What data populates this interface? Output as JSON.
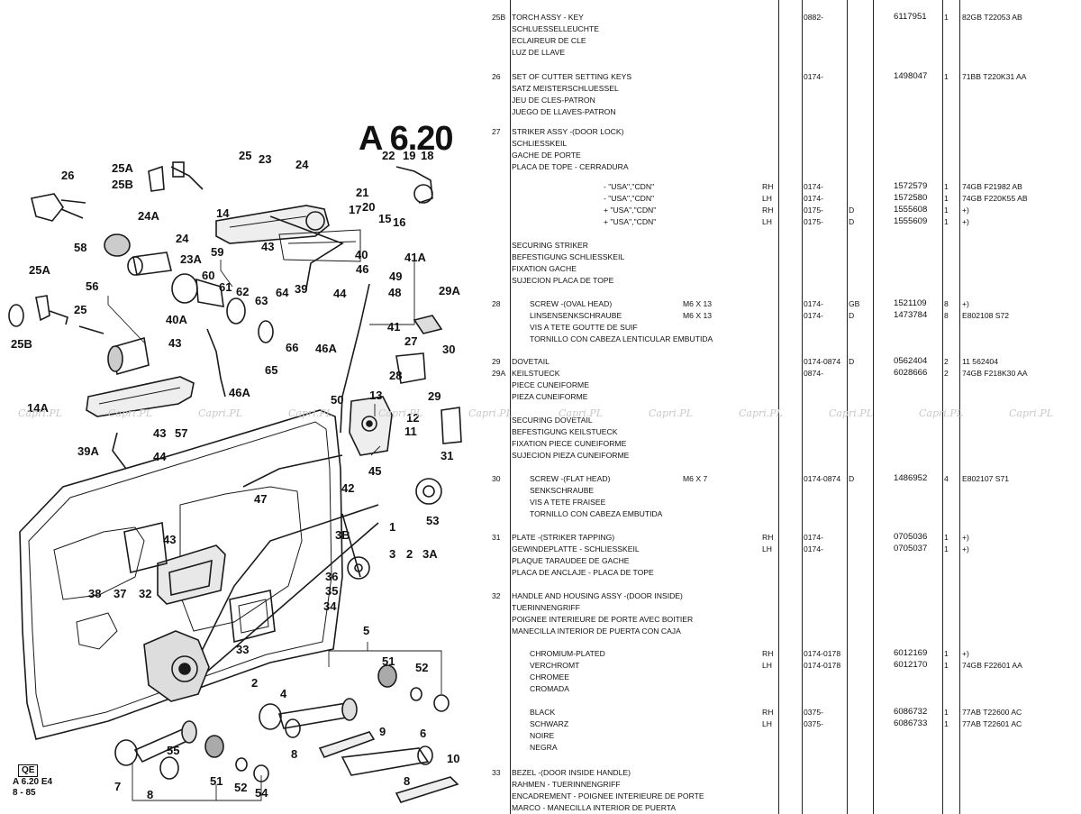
{
  "figure": {
    "title": "A 6.20",
    "footer_code": "QE",
    "footer_lines": [
      "A 6.20 E4",
      "8 - 85"
    ],
    "callouts": [
      {
        "id": "c26",
        "text": "26"
      },
      {
        "id": "c25a_top",
        "text": "25A"
      },
      {
        "id": "c25b_top",
        "text": "25B"
      },
      {
        "id": "c25_top",
        "text": "25"
      },
      {
        "id": "c23",
        "text": "23"
      },
      {
        "id": "c24_top",
        "text": "24"
      },
      {
        "id": "c22",
        "text": "22"
      },
      {
        "id": "c19",
        "text": "19"
      },
      {
        "id": "c18",
        "text": "18"
      },
      {
        "id": "c21",
        "text": "21"
      },
      {
        "id": "c20",
        "text": "20"
      },
      {
        "id": "c24a",
        "text": "24A"
      },
      {
        "id": "c24_mid",
        "text": "24"
      },
      {
        "id": "c14",
        "text": "14"
      },
      {
        "id": "c17",
        "text": "17"
      },
      {
        "id": "c15",
        "text": "15"
      },
      {
        "id": "c16",
        "text": "16"
      },
      {
        "id": "c58",
        "text": "58"
      },
      {
        "id": "c23a",
        "text": "23A"
      },
      {
        "id": "c59",
        "text": "59"
      },
      {
        "id": "c43_top",
        "text": "43"
      },
      {
        "id": "c40",
        "text": "40"
      },
      {
        "id": "c46",
        "text": "46"
      },
      {
        "id": "c41a",
        "text": "41A"
      },
      {
        "id": "c25a_left",
        "text": "25A"
      },
      {
        "id": "c60",
        "text": "60"
      },
      {
        "id": "c61",
        "text": "61"
      },
      {
        "id": "c62",
        "text": "62"
      },
      {
        "id": "c56",
        "text": "56"
      },
      {
        "id": "c63",
        "text": "63"
      },
      {
        "id": "c64",
        "text": "64"
      },
      {
        "id": "c39",
        "text": "39"
      },
      {
        "id": "c44_top",
        "text": "44"
      },
      {
        "id": "c49",
        "text": "49"
      },
      {
        "id": "c48",
        "text": "48"
      },
      {
        "id": "c29a",
        "text": "29A"
      },
      {
        "id": "c25_left",
        "text": "25"
      },
      {
        "id": "c40a",
        "text": "40A"
      },
      {
        "id": "c25b_left",
        "text": "25B"
      },
      {
        "id": "c43_mid",
        "text": "43"
      },
      {
        "id": "c46a_mid",
        "text": "46A"
      },
      {
        "id": "c41",
        "text": "41"
      },
      {
        "id": "c65",
        "text": "65"
      },
      {
        "id": "c66",
        "text": "66"
      },
      {
        "id": "c27",
        "text": "27"
      },
      {
        "id": "c30",
        "text": "30"
      },
      {
        "id": "c28",
        "text": "28"
      },
      {
        "id": "c46a_low",
        "text": "46A"
      },
      {
        "id": "c13",
        "text": "13"
      },
      {
        "id": "c29",
        "text": "29"
      },
      {
        "id": "c14a",
        "text": "14A"
      },
      {
        "id": "c50",
        "text": "50"
      },
      {
        "id": "c12",
        "text": "12"
      },
      {
        "id": "c11",
        "text": "11"
      },
      {
        "id": "c57",
        "text": "57"
      },
      {
        "id": "c43_low",
        "text": "43"
      },
      {
        "id": "c31",
        "text": "31"
      },
      {
        "id": "c39a",
        "text": "39A"
      },
      {
        "id": "c44_low",
        "text": "44"
      },
      {
        "id": "c45",
        "text": "45"
      },
      {
        "id": "c42",
        "text": "42"
      },
      {
        "id": "c47",
        "text": "47"
      },
      {
        "id": "c53",
        "text": "53"
      },
      {
        "id": "c1",
        "text": "1"
      },
      {
        "id": "c43_door",
        "text": "43"
      },
      {
        "id": "c3b",
        "text": "3B"
      },
      {
        "id": "c3",
        "text": "3"
      },
      {
        "id": "c2_top",
        "text": "2"
      },
      {
        "id": "c3a",
        "text": "3A"
      },
      {
        "id": "c36",
        "text": "36"
      },
      {
        "id": "c38",
        "text": "38"
      },
      {
        "id": "c37",
        "text": "37"
      },
      {
        "id": "c32",
        "text": "32"
      },
      {
        "id": "c35",
        "text": "35"
      },
      {
        "id": "c34",
        "text": "34"
      },
      {
        "id": "c33",
        "text": "33"
      },
      {
        "id": "c5",
        "text": "5"
      },
      {
        "id": "c51_top",
        "text": "51"
      },
      {
        "id": "c52_top",
        "text": "52"
      },
      {
        "id": "c2_low",
        "text": "2"
      },
      {
        "id": "c4",
        "text": "4"
      },
      {
        "id": "c9",
        "text": "9"
      },
      {
        "id": "c6",
        "text": "6"
      },
      {
        "id": "c8_mid",
        "text": "8"
      },
      {
        "id": "c10",
        "text": "10"
      },
      {
        "id": "c55",
        "text": "55"
      },
      {
        "id": "c7",
        "text": "7"
      },
      {
        "id": "c8_low",
        "text": "8"
      },
      {
        "id": "c51_low",
        "text": "51"
      },
      {
        "id": "c52_low",
        "text": "52"
      },
      {
        "id": "c54",
        "text": "54"
      },
      {
        "id": "c8_right",
        "text": "8"
      }
    ]
  },
  "watermark": "Capri.PL",
  "parts_table": {
    "rows": [
      {
        "ref": "25B",
        "lines": [
          "TORCH ASSY - KEY",
          "SCHLUESSELLEUCHTE",
          "ECLAIREUR DE CLE",
          "LUZ DE LLAVE"
        ],
        "date": "0882-",
        "part": "6117951",
        "qty": "1",
        "code": "82GB T22053 AB"
      },
      {
        "ref": "26",
        "lines": [
          "SET OF CUTTER SETTING KEYS",
          "SATZ MEISTERSCHLUESSEL",
          "JEU DE CLES-PATRON",
          "JUEGO DE LLAVES-PATRON"
        ],
        "date": "0174-",
        "part": "1498047",
        "qty": "1",
        "code": "71BB T220K31 AA"
      },
      {
        "ref": "27",
        "lines": [
          "STRIKER ASSY -(DOOR LOCK)",
          "SCHLIESSKEIL",
          "GACHE DE PORTE",
          "PLACA DE TOPE - CERRADURA"
        ]
      },
      {
        "sub": "- \"USA\",\"CDN\"",
        "side": "RH",
        "date": "0174-",
        "part": "1572579",
        "qty": "1",
        "code": "74GB F21982 AB"
      },
      {
        "sub": "- \"USA\",\"CDN\"",
        "side": "LH",
        "date": "0174-",
        "part": "1572580",
        "qty": "1",
        "code": "74GB F220K55 AB"
      },
      {
        "sub": "+ \"USA\",\"CDN\"",
        "side": "RH",
        "date": "0175-",
        "flag": "D",
        "part": "1555608",
        "qty": "1",
        "code": "+)"
      },
      {
        "sub": "+ \"USA\",\"CDN\"",
        "side": "LH",
        "date": "0175-",
        "flag": "D",
        "part": "1555609",
        "qty": "1",
        "code": "+)"
      },
      {
        "lines": [
          "SECURING STRIKER",
          "BEFESTIGUNG SCHLIESSKEIL",
          "FIXATION GACHE",
          "SUJECION PLACA DE TOPE"
        ]
      },
      {
        "ref": "28",
        "lines": [
          "SCREW -(OVAL HEAD)",
          "LINSENSENKSCHRAUBE",
          "VIS A TETE GOUTTE DE SUIF",
          "TORNILLO CON CABEZA LENTICULAR EMBUTIDA"
        ],
        "size": [
          "M6 X 13",
          "M6 X 13"
        ],
        "date2": [
          "0174-",
          "0174-"
        ],
        "flag2": [
          "GB",
          "D"
        ],
        "part2": [
          "1521109",
          "1473784"
        ],
        "qty2": [
          "8",
          "8"
        ],
        "code2": [
          "+)",
          "E802108 S72"
        ]
      },
      {
        "ref": "29",
        "ref2": "29A",
        "lines": [
          "DOVETAIL",
          "KEILSTUECK",
          "PIECE CUNEIFORME",
          "PIEZA CUNEIFORME"
        ],
        "date2": [
          "0174-0874",
          "0874-"
        ],
        "flag2": [
          "D",
          ""
        ],
        "part2": [
          "0562404",
          "6028666"
        ],
        "qty2": [
          "2",
          "2"
        ],
        "code2": [
          "11 562404",
          "74GB F218K30 AA"
        ]
      },
      {
        "lines": [
          "SECURING DOVETAIL",
          "BEFESTIGUNG KEILSTUECK",
          "FIXATION PIECE CUNEIFORME",
          "SUJECION PIEZA CUNEIFORME"
        ]
      },
      {
        "ref": "30",
        "lines": [
          "SCREW -(FLAT HEAD)",
          "SENKSCHRAUBE",
          "VIS A TETE FRAISEE",
          "TORNILLO CON CABEZA EMBUTIDA"
        ],
        "size": [
          "M6 X 7"
        ],
        "date": "0174-0874",
        "flag": "D",
        "part": "1486952",
        "qty": "4",
        "code": "E802107 S71"
      },
      {
        "ref": "31",
        "lines": [
          "PLATE -(STRIKER TAPPING)",
          "GEWINDEPLATTE - SCHLIESSKEIL",
          "PLAQUE TARAUDEE DE GACHE",
          "PLACA DE ANCLAJE - PLACA DE TOPE"
        ],
        "side2": [
          "RH",
          "LH"
        ],
        "date2": [
          "0174-",
          "0174-"
        ],
        "part2": [
          "0705036",
          "0705037"
        ],
        "qty2": [
          "1",
          "1"
        ],
        "code2": [
          "+)",
          "+)"
        ]
      },
      {
        "ref": "32",
        "lines": [
          "HANDLE AND HOUSING ASSY -(DOOR INSIDE)",
          "TUERINNENGRIFF",
          "POIGNEE INTERIEURE DE PORTE AVEC BOITIER",
          "MANECILLA INTERIOR DE PUERTA CON CAJA"
        ]
      },
      {
        "lines": [
          "CHROMIUM-PLATED",
          "VERCHROMT",
          "CHROMEE",
          "CROMADA"
        ],
        "side2": [
          "RH",
          "LH"
        ],
        "date2": [
          "0174-0178",
          "0174-0178"
        ],
        "part2": [
          "6012169",
          "6012170"
        ],
        "qty2": [
          "1",
          "1"
        ],
        "code2": [
          "+)",
          "74GB F22601 AA"
        ]
      },
      {
        "lines": [
          "BLACK",
          "SCHWARZ",
          "NOIRE",
          "NEGRA"
        ],
        "side2": [
          "RH",
          "LH"
        ],
        "date2": [
          "0375-",
          "0375-"
        ],
        "part2": [
          "6086732",
          "6086733"
        ],
        "qty2": [
          "1",
          "1"
        ],
        "code2": [
          "77AB T22600 AC",
          "77AB T22601 AC"
        ]
      },
      {
        "ref": "33",
        "lines": [
          "BEZEL -(DOOR INSIDE HANDLE)",
          "RAHMEN - TUERINNENGRIFF",
          "ENCADREMENT - POIGNEE INTERIEURE DE PORTE",
          "MARCO - MANECILLA INTERIOR DE PUERTA"
        ]
      }
    ]
  }
}
